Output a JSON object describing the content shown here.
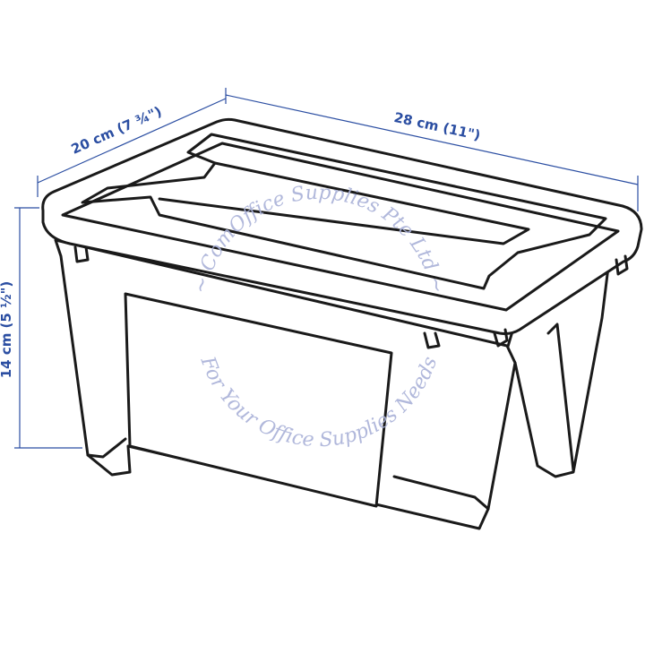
{
  "colors": {
    "dimension": "#2b4ea2",
    "outline": "#1a1a1a",
    "watermark": "#a9b1d8"
  },
  "dimensions": {
    "width_label": "28 cm (11\")",
    "depth_label": "20 cm (7 ¾\")",
    "height_label": "14 cm (5 ½\")"
  },
  "watermark": {
    "upper": "~ ComOffice Supplies Pte Ltd ~",
    "lower": "For Your Office Supplies Needs"
  }
}
